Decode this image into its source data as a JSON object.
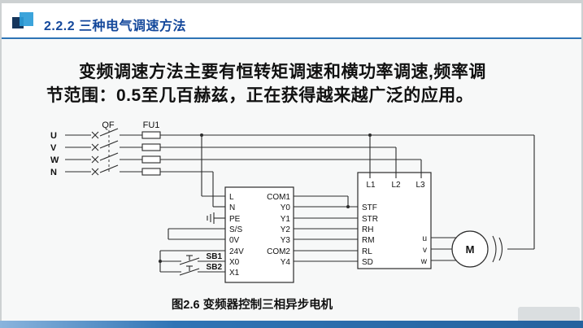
{
  "header": {
    "title": "2.2.2 三种电气调速方法"
  },
  "body": {
    "line1": "变频调速方法主要有恒转矩调速和横功率调速,频率调",
    "line2": "节范围：0.5至几百赫兹，正在获得越来越广泛的应用。"
  },
  "diagram": {
    "phases": [
      "U",
      "V",
      "W",
      "N"
    ],
    "breaker": "QF",
    "fuse": "FU1",
    "controller": {
      "left": [
        "L",
        "N",
        "PE",
        "S/S",
        "0V",
        "24V",
        "X0",
        "X1"
      ],
      "right": [
        "COM1",
        "Y0",
        "Y1",
        "Y2",
        "Y3",
        "COM2",
        "Y4"
      ]
    },
    "buttons": [
      "SB1",
      "SB2"
    ],
    "inverter": {
      "top": [
        "L1",
        "L2",
        "L3"
      ],
      "left": [
        "STF",
        "STR",
        "RH",
        "RM",
        "RL",
        "SD"
      ],
      "right": [
        "u",
        "v",
        "w"
      ]
    },
    "motor": "M"
  },
  "caption": "图2.6 变频器控制三相异步电机",
  "colors": {
    "accent": "#2e74b5",
    "title_blue": "#14489b"
  }
}
